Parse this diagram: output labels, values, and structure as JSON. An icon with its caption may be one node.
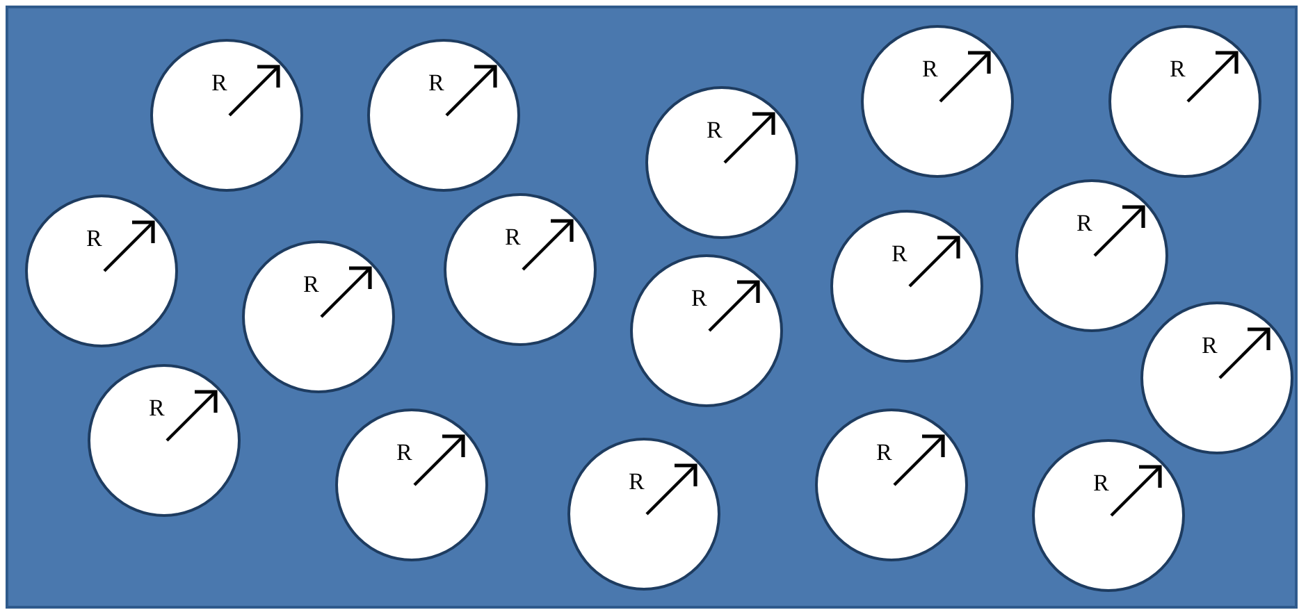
{
  "diagram": {
    "nodes": [
      {
        "text": [
          "R"
        ]
      },
      {
        "text": [
          "R"
        ]
      },
      {
        "text": [
          "R"
        ]
      },
      {
        "text": [
          "R"
        ]
      },
      {
        "text": [
          "R"
        ]
      },
      {
        "text": [
          "R"
        ]
      },
      {
        "text": [
          "R"
        ]
      },
      {
        "text": [
          "R"
        ]
      },
      {
        "text": [
          "R"
        ]
      },
      {
        "text": [
          "R"
        ]
      },
      {
        "text": [
          "R"
        ]
      },
      {
        "text": [
          "R"
        ]
      },
      {
        "text": [
          "R"
        ]
      },
      {
        "text": [
          "R"
        ]
      },
      {
        "text": [
          "R"
        ]
      },
      {
        "text": [
          "R"
        ]
      },
      {
        "text": [
          "R"
        ]
      }
    ]
  }
}
